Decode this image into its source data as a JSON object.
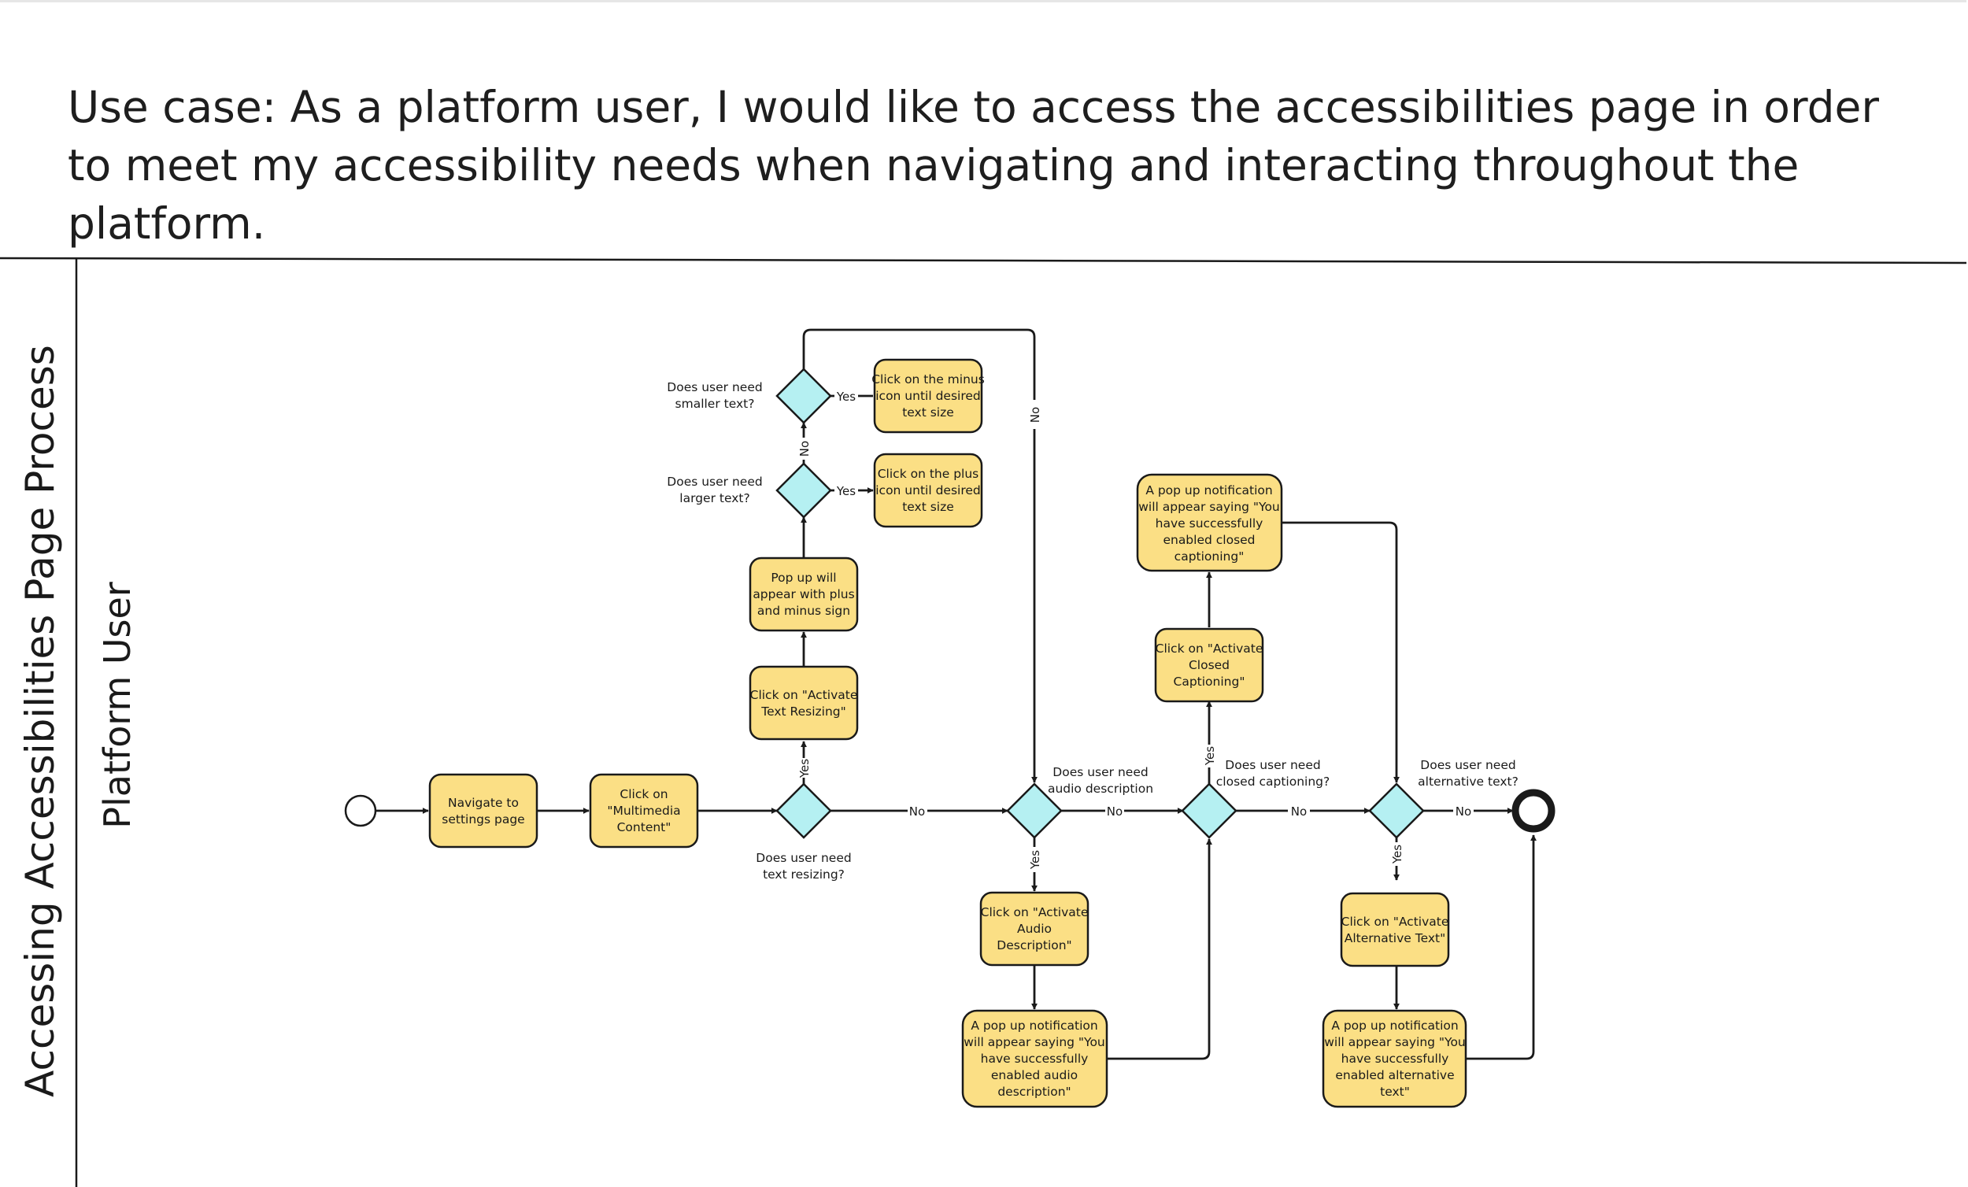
{
  "title": "Use case: As a platform user, I would like to access the accessibilities page in order to meet my accessibility needs when navigating and interacting throughout the platform.",
  "pool_label": "Accessing Accessibilities Page Process",
  "lane_label": "Platform User",
  "colors": {
    "task_fill": "#fbdf85",
    "gateway_fill": "#b5f0f2",
    "stroke": "#1a1a1a"
  },
  "tasks": {
    "navigate": [
      "Navigate to",
      "settings page"
    ],
    "multimedia": [
      "Click on",
      "\"Multimedia",
      "Content\""
    ],
    "text_resizing": [
      "Click on \"Activate",
      "Text Resizing\""
    ],
    "popup_plus_minus": [
      "Pop up will",
      "appear with plus",
      "and minus sign"
    ],
    "click_plus": [
      "Click on the plus",
      "icon until desired",
      "text size"
    ],
    "click_minus": [
      "Click on the minus",
      "icon until desired",
      "text size"
    ],
    "audio_desc": [
      "Click on \"Activate",
      "Audio",
      "Description\""
    ],
    "audio_popup": [
      "A pop up notification",
      "will appear saying \"You",
      "have successfully",
      "enabled audio",
      "description\""
    ],
    "closed_cap": [
      "Click on \"Activate",
      "Closed",
      "Captioning\""
    ],
    "cc_popup": [
      "A pop up notification",
      "will appear saying \"You",
      "have successfully",
      "enabled closed",
      "captioning\""
    ],
    "alt_text": [
      "Click on \"Activate",
      "Alternative Text\""
    ],
    "alt_popup": [
      "A pop up notification",
      "will appear saying \"You",
      "have successfully",
      "enabled alternative",
      "text\""
    ]
  },
  "gateways": {
    "text_resizing": [
      "Does user need",
      "text resizing?"
    ],
    "larger_text": [
      "Does user need",
      "larger text?"
    ],
    "smaller_text": [
      "Does user need",
      "smaller text?"
    ],
    "audio": [
      "Does user need",
      "audio description"
    ],
    "captioning": [
      "Does user need",
      "closed captioning?"
    ],
    "alt_text": [
      "Does user need",
      "alternative text?"
    ]
  },
  "edge_labels": {
    "yes": "Yes",
    "no": "No"
  }
}
